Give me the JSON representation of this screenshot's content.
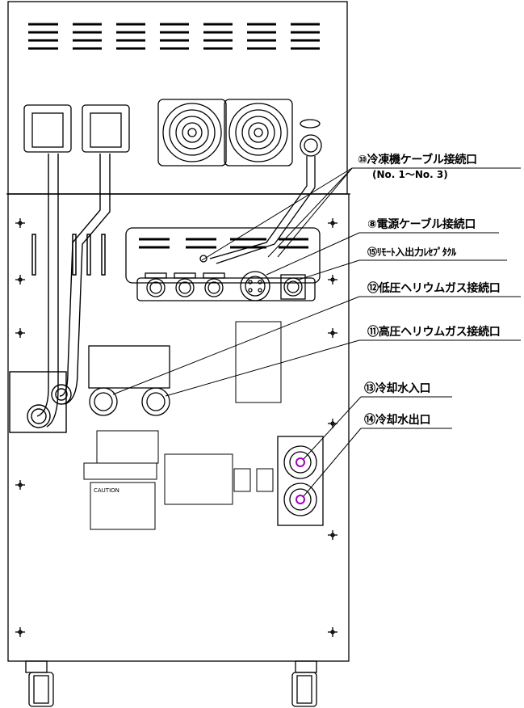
{
  "callouts": [
    {
      "id": "c10",
      "text": "⑩冷凍機ケーブル接続口"
    },
    {
      "id": "c10sub",
      "text": "(No. 1～No. 3)"
    },
    {
      "id": "c8",
      "text": "⑧電源ケーブル接続口"
    },
    {
      "id": "c15",
      "text": "⑮ﾘﾓｰﾄ入出力ﾚｾﾌﾟﾀｸﾙ"
    },
    {
      "id": "c12",
      "text": "⑫低圧ヘリウムガス接続口"
    },
    {
      "id": "c11",
      "text": "⑪高圧ヘリウムガス接続口"
    },
    {
      "id": "c13",
      "text": "⑬冷却水入口"
    },
    {
      "id": "c14",
      "text": "⑭冷却水出口"
    }
  ],
  "labels": {
    "caution": "CAUTION"
  },
  "colors": {
    "line": "#000000",
    "water_port": "#a000c0"
  }
}
